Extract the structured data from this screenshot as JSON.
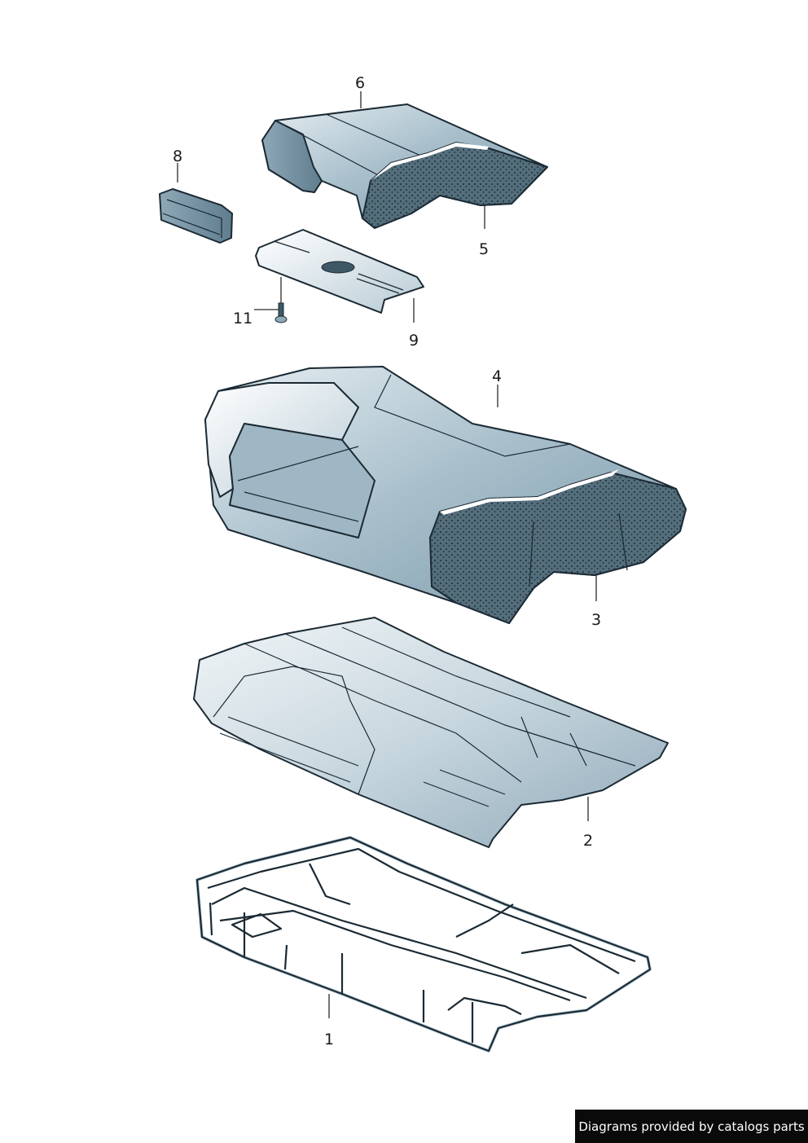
{
  "callouts": {
    "p1": "1",
    "p2": "2",
    "p3": "3",
    "p4": "4",
    "p5": "5",
    "p6": "6",
    "p8": "8",
    "p9": "9",
    "p11": "11"
  },
  "footer": {
    "credit": "Diagrams provided by catalogs parts"
  },
  "colors": {
    "cover": "#8fa9b8",
    "cover_light": "#dbe6ec",
    "foam": "#3f5866",
    "outline": "#1b2a34"
  }
}
